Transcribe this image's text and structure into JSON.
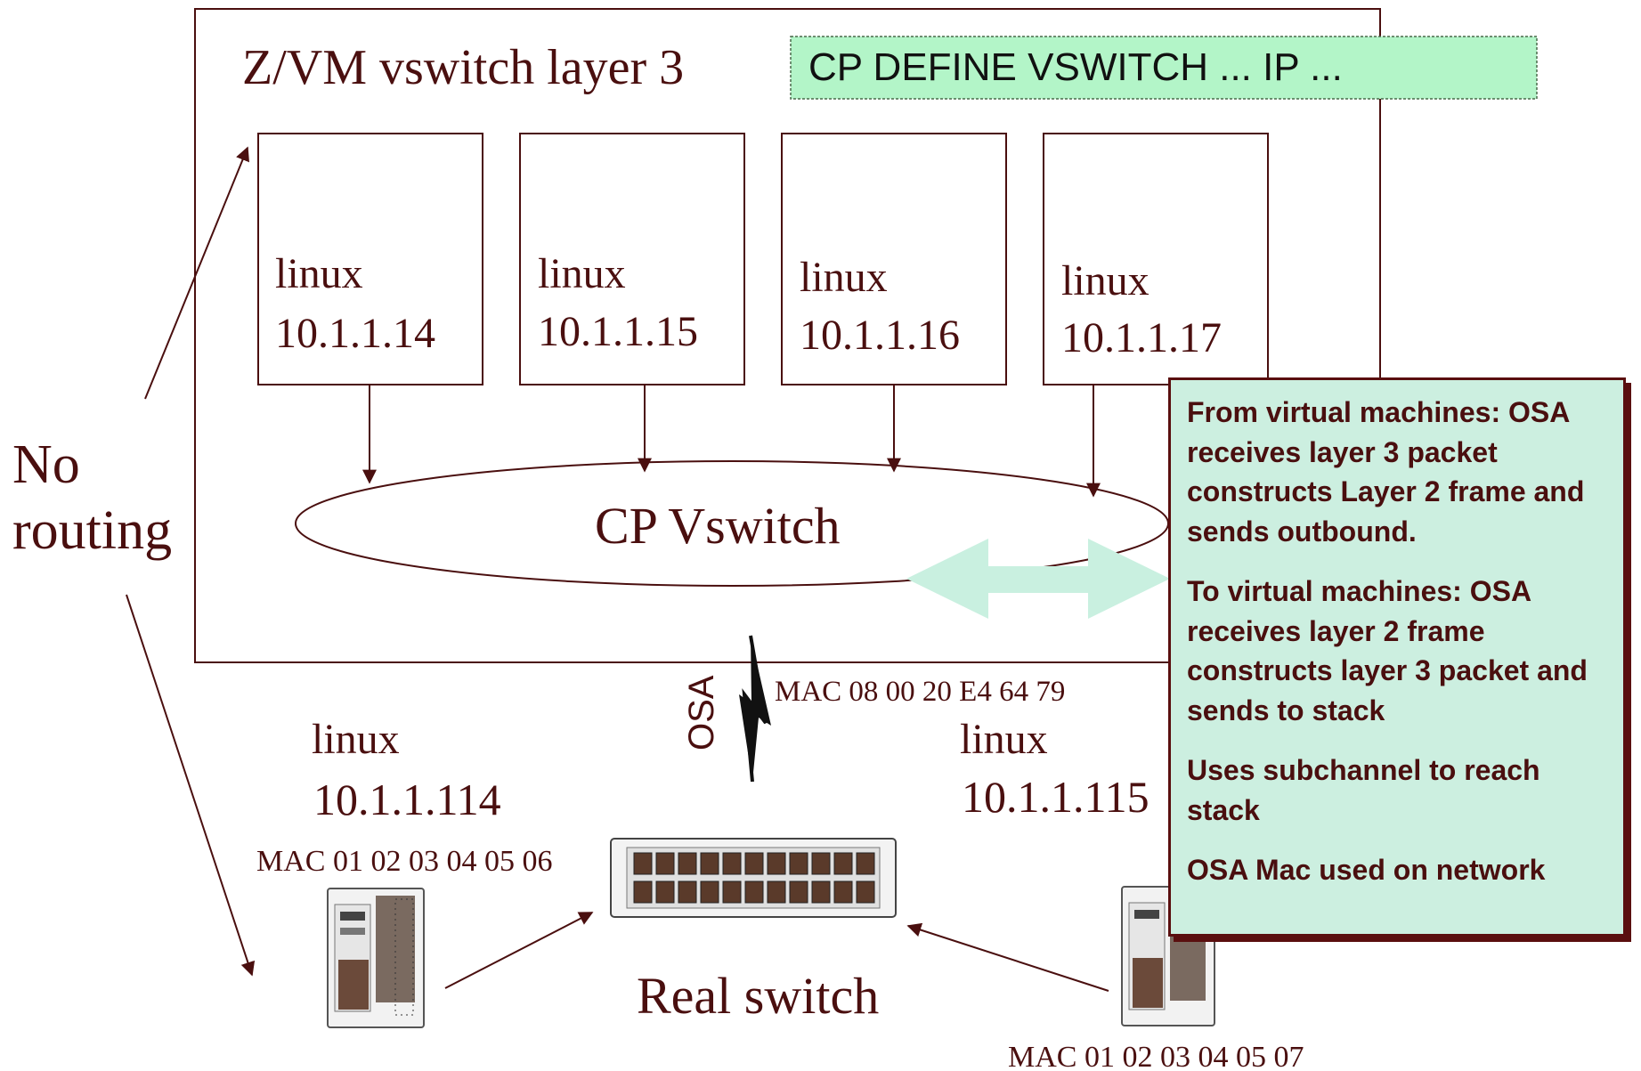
{
  "diagram": {
    "title": "Z/VM vswitch layer 3",
    "command": "CP DEFINE VSWITCH ... IP ...",
    "guests": [
      {
        "os": "linux",
        "ip": "10.1.1.14"
      },
      {
        "os": "linux",
        "ip": "10.1.1.15"
      },
      {
        "os": "linux",
        "ip": "10.1.1.16"
      },
      {
        "os": "linux",
        "ip": "10.1.1.17"
      }
    ],
    "vswitch_label": "CP Vswitch",
    "no_routing_line1": "No",
    "no_routing_line2": "routing",
    "osa_label": "OSA",
    "osa_mac": "MAC 08 00 20 E4 64 79",
    "left_host": {
      "os": "linux",
      "ip": "10.1.1.114",
      "mac": "MAC 01 02 03 04 05 06"
    },
    "right_host": {
      "os": "linux",
      "ip": "10.1.1.115",
      "mac": "MAC 01 02 03 04 05 07"
    },
    "real_switch_label": "Real switch",
    "info": [
      "From virtual machines: OSA receives layer 3 packet constructs Layer 2 frame and sends outbound.",
      "To virtual machines: OSA receives layer 2 frame constructs layer 3 packet and sends  to stack",
      "Uses subchannel to reach stack",
      "OSA Mac used on network"
    ],
    "colors": {
      "ink": "#4a0f0f",
      "command_fill": "#b3f5c8",
      "info_fill": "#ccefe0",
      "double_arrow": "#c9f0e0"
    }
  }
}
